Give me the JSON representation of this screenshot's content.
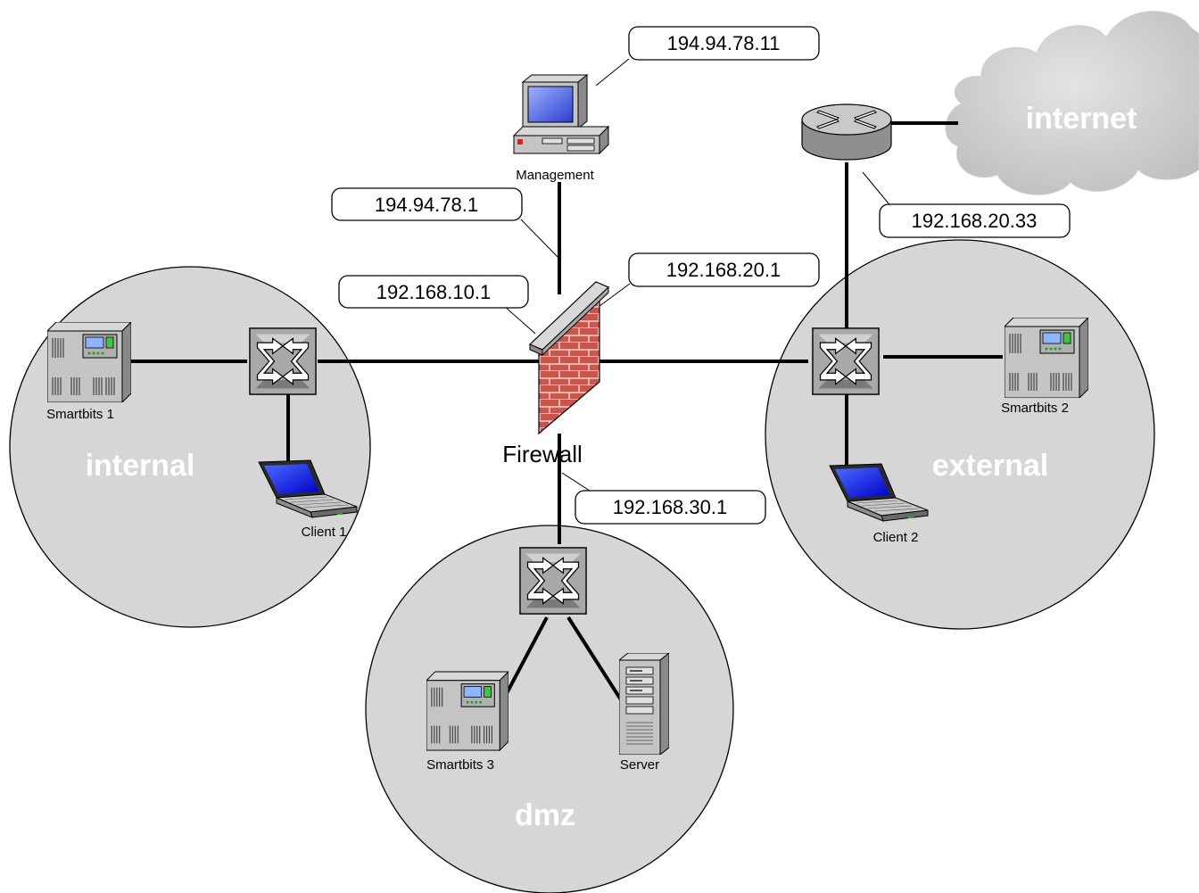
{
  "zones": {
    "internal": "internal",
    "external": "external",
    "dmz": "dmz",
    "internet": "internet"
  },
  "devices": {
    "firewall": "Firewall",
    "management": "Management",
    "smartbits1": "Smartbits 1",
    "smartbits2": "Smartbits 2",
    "smartbits3": "Smartbits 3",
    "client1": "Client 1",
    "client2": "Client 2",
    "server": "Server"
  },
  "addresses": {
    "management_host": "194.94.78.11",
    "fw_management": "194.94.78.1",
    "fw_internal": "192.168.10.1",
    "fw_external": "192.168.20.1",
    "router": "192.168.20.33",
    "fw_dmz": "192.168.30.1"
  },
  "colors": {
    "zone_fill": "#d6d6d6",
    "cloud_fill": "#d3d3d3",
    "brick": "#c8564a",
    "screen": "#1a1aff"
  }
}
